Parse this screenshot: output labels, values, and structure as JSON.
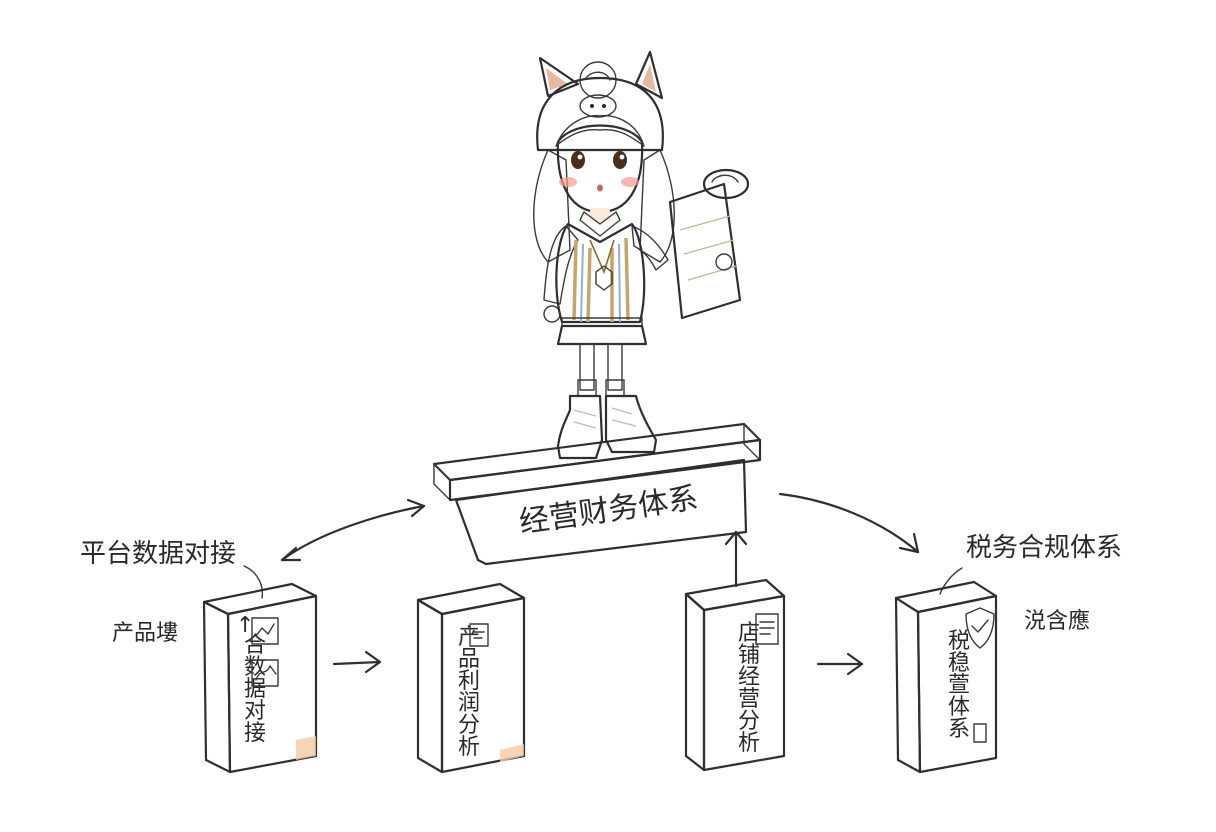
{
  "labels": {
    "main_beam": "经营财务体系",
    "left_label": "平台数据对接",
    "left_side_label": "产品塿",
    "right_label": "税务合规体系",
    "right_side_label": "涚含應"
  },
  "boxes": [
    {
      "id": "box1",
      "text": "合数据对接",
      "prefix": "↑"
    },
    {
      "id": "box2",
      "text": "产品利润分析",
      "prefix": ""
    },
    {
      "id": "box3",
      "text": "店铺经营分析",
      "prefix": ""
    },
    {
      "id": "box4",
      "text": "税稳萱体系",
      "prefix": ""
    }
  ],
  "colors": {
    "ink": "#2f2f2f",
    "box_face": "#eef6fb",
    "box_top": "#cfe8f6",
    "box_side": "#dbeef8",
    "beam_face": "#f3f7fa",
    "beam_top": "#e9f1f6",
    "wood_edge": "#f2c9a6",
    "hat_brown": "#8a5634",
    "vest_blue": "#2d4a7a",
    "vest_stripe": "#c8a46c",
    "skirt_blue": "#3c5f9c"
  },
  "icons": [
    "shield-icon",
    "chart-card-icon",
    "document-icon",
    "scroll-map-icon",
    "medal-icon"
  ]
}
